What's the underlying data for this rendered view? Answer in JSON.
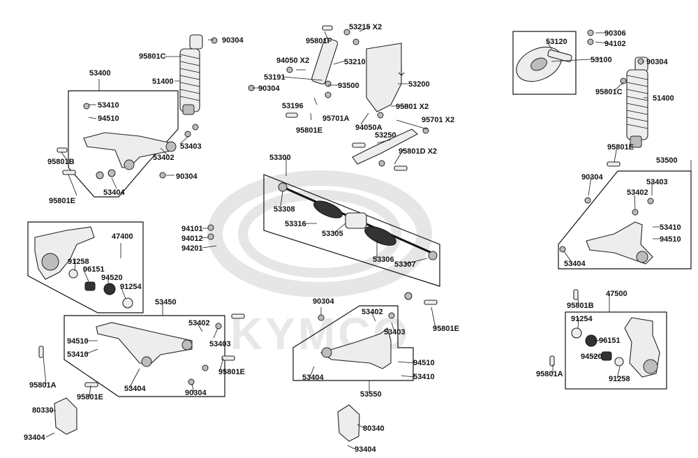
{
  "diagram": {
    "brand_watermark": "KYMCO",
    "labels": [
      {
        "id": "l01",
        "text": "53215 X2"
      },
      {
        "id": "l02",
        "text": "95801F"
      },
      {
        "id": "l03",
        "text": "53210"
      },
      {
        "id": "l04",
        "text": "94050  X2"
      },
      {
        "id": "l05",
        "text": "53191"
      },
      {
        "id": "l06",
        "text": "90304"
      },
      {
        "id": "l07",
        "text": "93500"
      },
      {
        "id": "l08",
        "text": "53200"
      },
      {
        "id": "l09",
        "text": "53196"
      },
      {
        "id": "l10",
        "text": "95701A"
      },
      {
        "id": "l11",
        "text": "95801  X2"
      },
      {
        "id": "l12",
        "text": "95801E"
      },
      {
        "id": "l13",
        "text": "94050A"
      },
      {
        "id": "l14",
        "text": "95701  X2"
      },
      {
        "id": "l15",
        "text": "53250"
      },
      {
        "id": "l16",
        "text": "95801D  X2"
      },
      {
        "id": "l17",
        "text": "90304"
      },
      {
        "id": "l18",
        "text": "95801C"
      },
      {
        "id": "l19",
        "text": "51400"
      },
      {
        "id": "l20",
        "text": "53400"
      },
      {
        "id": "l21",
        "text": "53410"
      },
      {
        "id": "l22",
        "text": "94510"
      },
      {
        "id": "l23",
        "text": "53403"
      },
      {
        "id": "l24",
        "text": "53402"
      },
      {
        "id": "l25",
        "text": "95801B"
      },
      {
        "id": "l26",
        "text": "90304"
      },
      {
        "id": "l27",
        "text": "53404"
      },
      {
        "id": "l28",
        "text": "95801E"
      },
      {
        "id": "l29",
        "text": "53300"
      },
      {
        "id": "l30",
        "text": "53308"
      },
      {
        "id": "l31",
        "text": "53316"
      },
      {
        "id": "l32",
        "text": "53305"
      },
      {
        "id": "l33",
        "text": "53306"
      },
      {
        "id": "l34",
        "text": "53307"
      },
      {
        "id": "l35",
        "text": "94101"
      },
      {
        "id": "l36",
        "text": "94012"
      },
      {
        "id": "l37",
        "text": "94201"
      },
      {
        "id": "l38",
        "text": "47400"
      },
      {
        "id": "l39",
        "text": "91258"
      },
      {
        "id": "l40",
        "text": "96151"
      },
      {
        "id": "l41",
        "text": "94520"
      },
      {
        "id": "l42",
        "text": "91254"
      },
      {
        "id": "l43",
        "text": "53450"
      },
      {
        "id": "l44",
        "text": "53402"
      },
      {
        "id": "l45",
        "text": "53403"
      },
      {
        "id": "l46",
        "text": "94510"
      },
      {
        "id": "l47",
        "text": "53410"
      },
      {
        "id": "l48",
        "text": "53404"
      },
      {
        "id": "l49",
        "text": "95801E"
      },
      {
        "id": "l50",
        "text": "90304"
      },
      {
        "id": "l51",
        "text": "95801A"
      },
      {
        "id": "l52",
        "text": "95801E"
      },
      {
        "id": "l53",
        "text": "80330"
      },
      {
        "id": "l54",
        "text": "93404"
      },
      {
        "id": "l55",
        "text": "90304"
      },
      {
        "id": "l56",
        "text": "53402"
      },
      {
        "id": "l57",
        "text": "53403"
      },
      {
        "id": "l58",
        "text": "95801E"
      },
      {
        "id": "l59",
        "text": "94510"
      },
      {
        "id": "l60",
        "text": "53410"
      },
      {
        "id": "l61",
        "text": "53404"
      },
      {
        "id": "l62",
        "text": "53550"
      },
      {
        "id": "l63",
        "text": "80340"
      },
      {
        "id": "l64",
        "text": "93404"
      },
      {
        "id": "l65",
        "text": "53120"
      },
      {
        "id": "l66",
        "text": "90306"
      },
      {
        "id": "l67",
        "text": "94102"
      },
      {
        "id": "l68",
        "text": "53100"
      },
      {
        "id": "l69",
        "text": "90304"
      },
      {
        "id": "l70",
        "text": "95801C"
      },
      {
        "id": "l71",
        "text": "51400"
      },
      {
        "id": "l72",
        "text": "95801E"
      },
      {
        "id": "l73",
        "text": "53500"
      },
      {
        "id": "l74",
        "text": "90304"
      },
      {
        "id": "l75",
        "text": "53403"
      },
      {
        "id": "l76",
        "text": "53402"
      },
      {
        "id": "l77",
        "text": "53410"
      },
      {
        "id": "l78",
        "text": "94510"
      },
      {
        "id": "l79",
        "text": "53404"
      },
      {
        "id": "l80",
        "text": "47500"
      },
      {
        "id": "l81",
        "text": "95801B"
      },
      {
        "id": "l82",
        "text": "91254"
      },
      {
        "id": "l83",
        "text": "96151"
      },
      {
        "id": "l84",
        "text": "94520"
      },
      {
        "id": "l85",
        "text": "91258"
      },
      {
        "id": "l86",
        "text": "95801A"
      }
    ]
  }
}
